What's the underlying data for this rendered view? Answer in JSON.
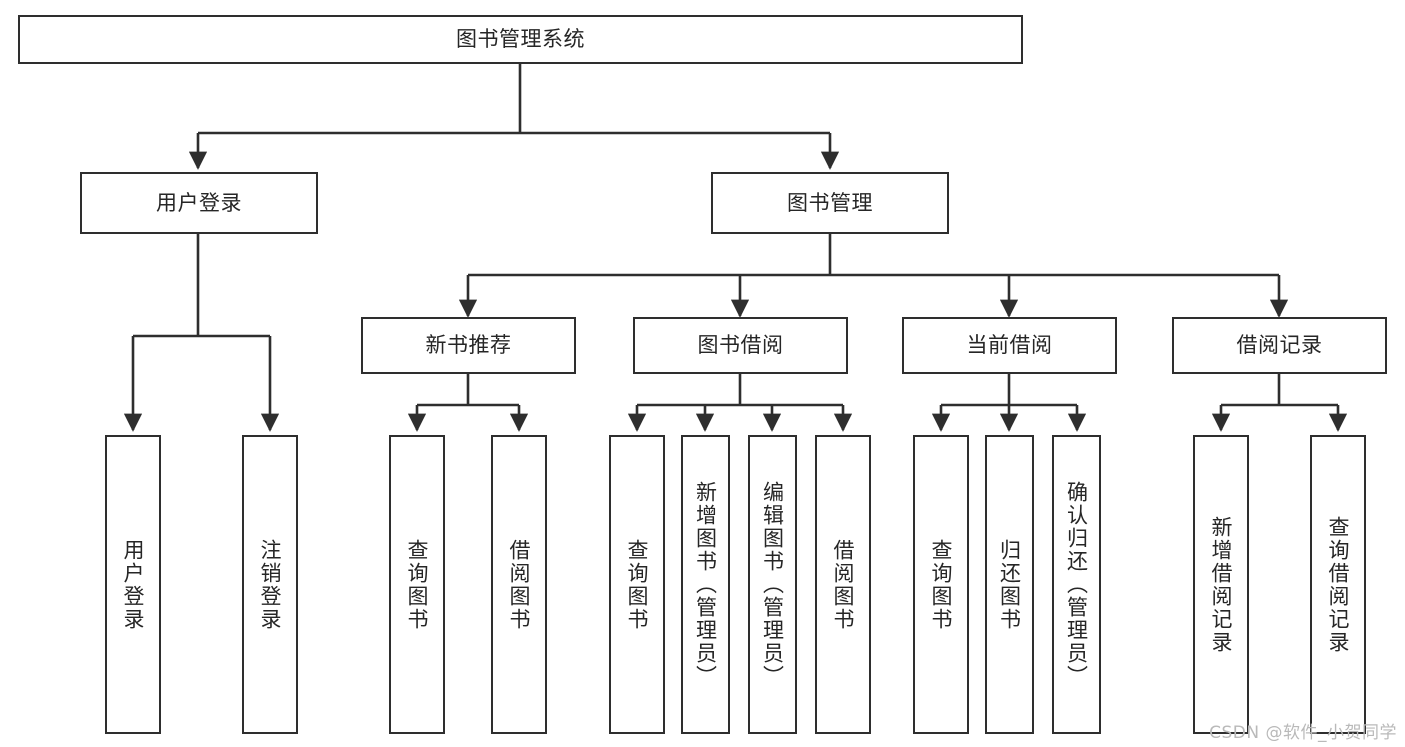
{
  "diagram": {
    "title": "图书管理系统",
    "type": "tree-hierarchy",
    "orientation": "top-down",
    "colors": {
      "box_border": "#2e2e2e",
      "box_fill": "#ffffff",
      "text": "#262626",
      "edge": "#2e2e2e",
      "background": "#ffffff",
      "watermark": "#b9b9b9"
    }
  },
  "root": {
    "label": "图书管理系统"
  },
  "level1": [
    {
      "label": "用户登录"
    },
    {
      "label": "图书管理"
    }
  ],
  "level2": [
    {
      "label": "新书推荐",
      "parent": "图书管理"
    },
    {
      "label": "图书借阅",
      "parent": "图书管理"
    },
    {
      "label": "当前借阅",
      "parent": "图书管理"
    },
    {
      "label": "借阅记录",
      "parent": "图书管理"
    }
  ],
  "leaves": {
    "user_login": [
      {
        "label": "用户登录"
      },
      {
        "label": "注销登录"
      }
    ],
    "new_book_recommend": [
      {
        "label": "查询图书"
      },
      {
        "label": "借阅图书"
      }
    ],
    "book_borrow": [
      {
        "label": "查询图书"
      },
      {
        "label": "新增图书（管理员）"
      },
      {
        "label": "编辑图书（管理员）"
      },
      {
        "label": "借阅图书"
      }
    ],
    "current_borrow": [
      {
        "label": "查询图书"
      },
      {
        "label": "归还图书"
      },
      {
        "label": "确认归还（管理员）"
      }
    ],
    "borrow_record": [
      {
        "label": "新增借阅记录"
      },
      {
        "label": "查询借阅记录"
      }
    ]
  },
  "watermark": {
    "text": "CSDN @软件_小贺同学"
  }
}
